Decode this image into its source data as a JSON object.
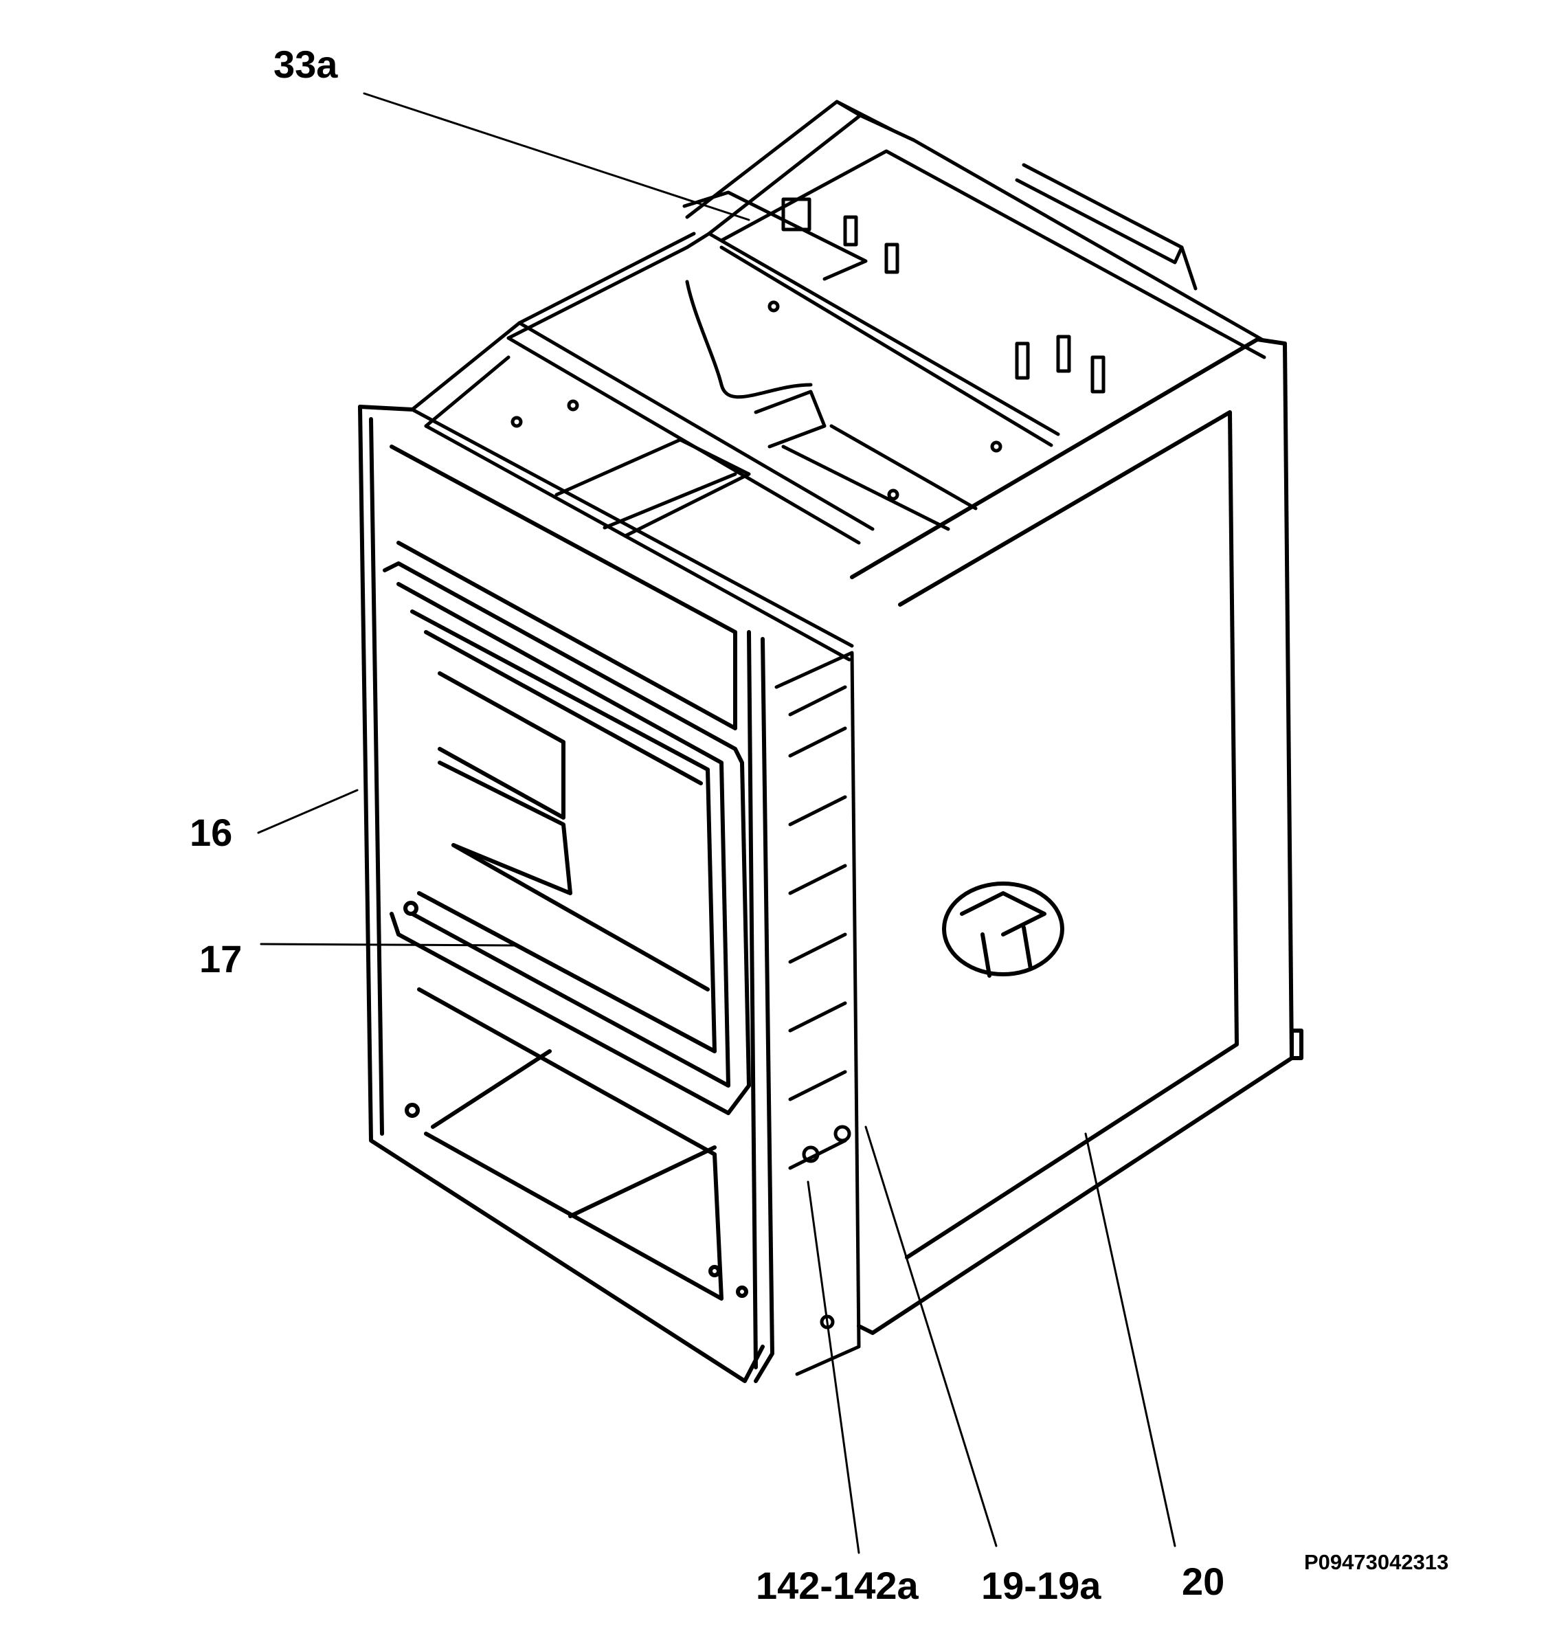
{
  "diagram": {
    "callouts": {
      "part_33a": "33a",
      "part_16": "16",
      "part_17": "17",
      "part_142": "142-142a",
      "part_19": "19-19a",
      "part_20": "20"
    },
    "document_code": "P09473042313"
  },
  "colors": {
    "line": "#000000",
    "background": "#ffffff"
  }
}
